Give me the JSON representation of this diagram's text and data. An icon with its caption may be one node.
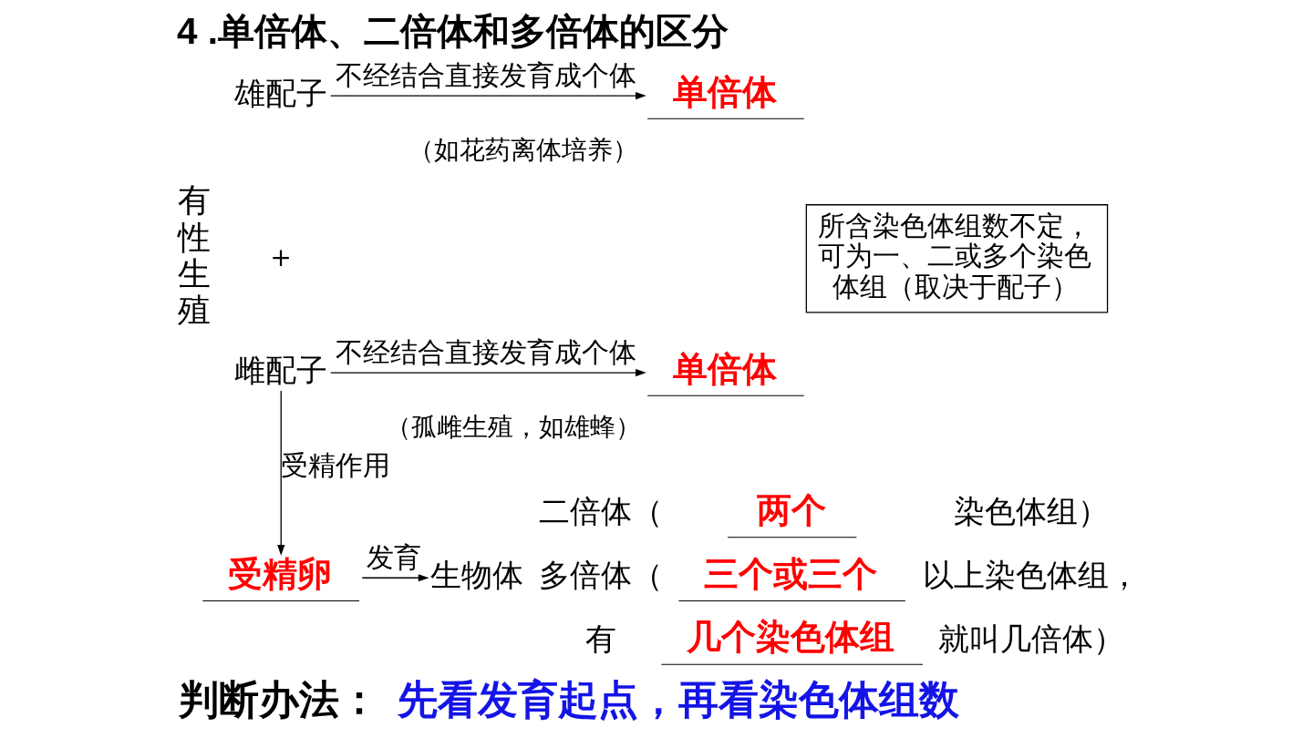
{
  "diagram": {
    "title": "4 .单倍体、二倍体和多倍体的区分",
    "nodes": [
      {
        "text": [
          "雄配子"
        ]
      },
      {
        "text": [
          "单倍体"
        ]
      },
      {
        "text": [
          "所含染色体组数不定，可为一、二或多个染色体组（取决于配子）"
        ]
      },
      {
        "text": [
          "雌配子"
        ]
      },
      {
        "text": [
          "单倍体"
        ]
      },
      {
        "text": [
          "受精卵"
        ]
      },
      {
        "text": [
          "生物体"
        ]
      }
    ],
    "edges": [
      {
        "from": 0,
        "to": 1,
        "arrow": "to",
        "label": "不经结合直接发育成个体"
      },
      {
        "from": 3,
        "to": 4,
        "arrow": "to",
        "label": "不经结合直接发育成个体"
      },
      {
        "from": 3,
        "to": 5,
        "arrow": "to",
        "label": "受精作用"
      },
      {
        "from": 5,
        "to": 6,
        "arrow": "to",
        "label": "发育"
      }
    ],
    "labels": [
      "（如花药离体培养）",
      "＋",
      "有性生殖",
      "（孤雌生殖，如雄蜂）",
      "二倍体（",
      "两个",
      "染色体组）",
      "多倍体（",
      "三个或三个",
      "以上染色体组，",
      "有",
      "几个染色体组",
      "就叫几倍体）",
      "判断办法：",
      "先看发育起点，再看染色体组数"
    ]
  }
}
